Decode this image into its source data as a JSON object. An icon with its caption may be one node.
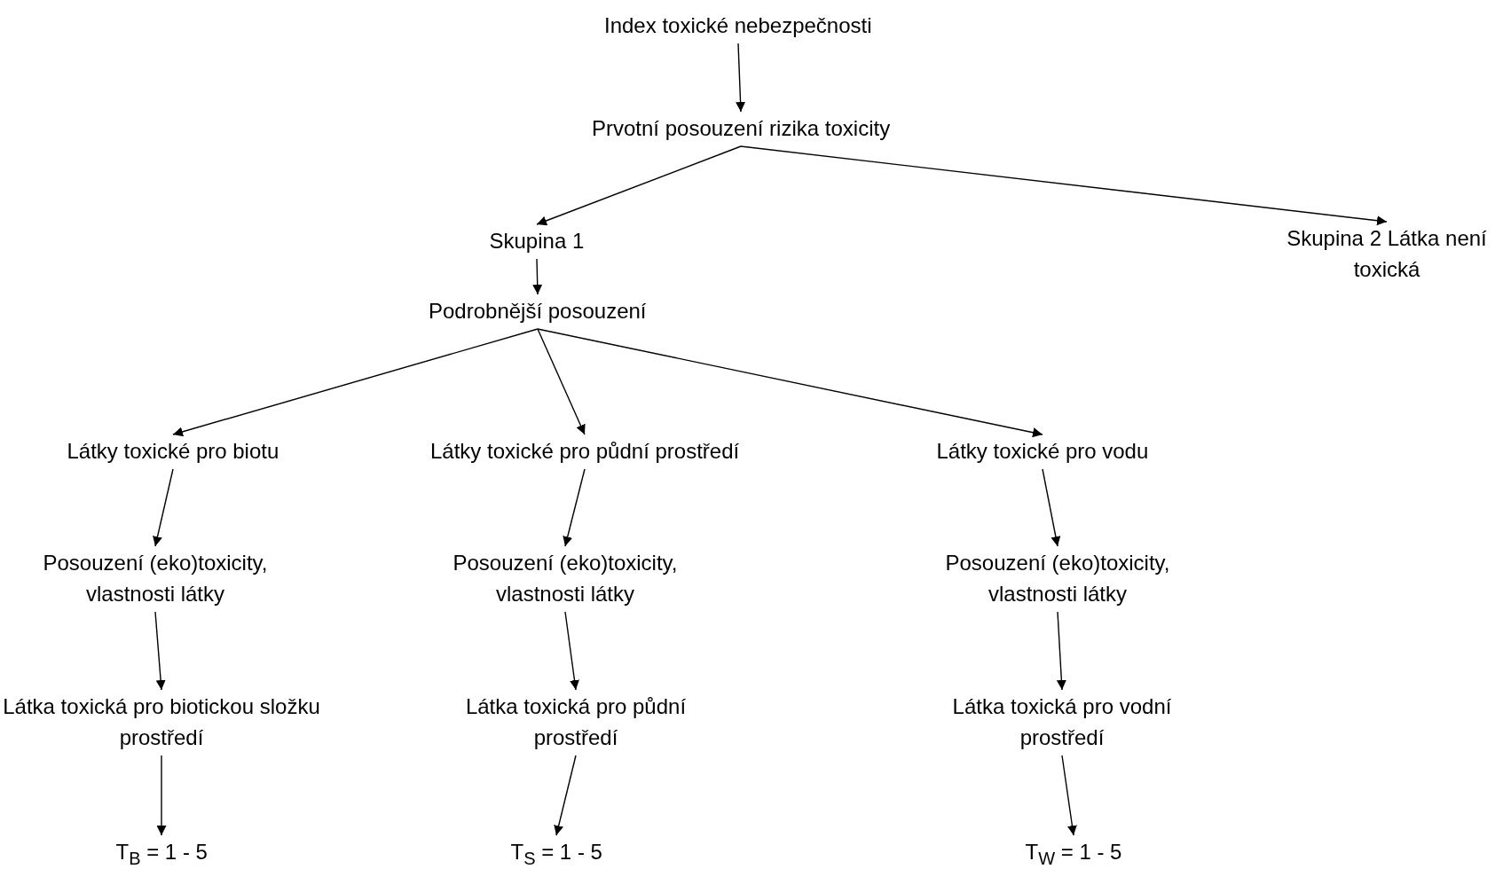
{
  "diagram": {
    "nodes": [
      {
        "text": [
          "Index toxické nebezpečnosti"
        ]
      },
      {
        "text": [
          "Prvotní posouzení rizika toxicity"
        ]
      },
      {
        "text": [
          "Skupina 1"
        ]
      },
      {
        "text": [
          "Skupina 2 Látka není toxická"
        ]
      },
      {
        "text": [
          "Podrobnější posouzení"
        ]
      },
      {
        "text": [
          "Látky toxické pro biotu"
        ]
      },
      {
        "text": [
          "Látky toxické pro půdní prostředí"
        ]
      },
      {
        "text": [
          "Látky toxické pro vodu"
        ]
      },
      {
        "text": [
          "Posouzení (eko)toxicity, vlastnosti látky"
        ]
      },
      {
        "text": [
          "Posouzení (eko)toxicity, vlastnosti látky"
        ]
      },
      {
        "text": [
          "Posouzení (eko)toxicity, vlastnosti látky"
        ]
      },
      {
        "text": [
          "Látka toxická pro biotickou složku prostředí"
        ]
      },
      {
        "text": [
          "Látka toxická pro půdní prostředí"
        ]
      },
      {
        "text": [
          "Látka toxická pro vodní prostředí"
        ]
      },
      {
        "text": [
          "T$_{B}$ = 1 - 5"
        ]
      },
      {
        "text": [
          "T$_{S}$ = 1 - 5"
        ]
      },
      {
        "text": [
          "T$_{W}$ = 1 - 5"
        ]
      }
    ],
    "edges": [
      {
        "from": 0,
        "to": 1,
        "arrow": "to"
      },
      {
        "from": 1,
        "to": 2,
        "arrow": "to"
      },
      {
        "from": 1,
        "to": 3,
        "arrow": "to"
      },
      {
        "from": 2,
        "to": 4,
        "arrow": "to"
      },
      {
        "from": 4,
        "to": 5,
        "arrow": "to"
      },
      {
        "from": 4,
        "to": 6,
        "arrow": "to"
      },
      {
        "from": 4,
        "to": 7,
        "arrow": "to"
      },
      {
        "from": 5,
        "to": 8,
        "arrow": "to"
      },
      {
        "from": 6,
        "to": 9,
        "arrow": "to"
      },
      {
        "from": 7,
        "to": 10,
        "arrow": "to"
      },
      {
        "from": 8,
        "to": 11,
        "arrow": "to"
      },
      {
        "from": 9,
        "to": 12,
        "arrow": "to"
      },
      {
        "from": 10,
        "to": 13,
        "arrow": "to"
      },
      {
        "from": 11,
        "to": 14,
        "arrow": "to"
      },
      {
        "from": 12,
        "to": 15,
        "arrow": "to"
      },
      {
        "from": 13,
        "to": 16,
        "arrow": "to"
      }
    ]
  }
}
